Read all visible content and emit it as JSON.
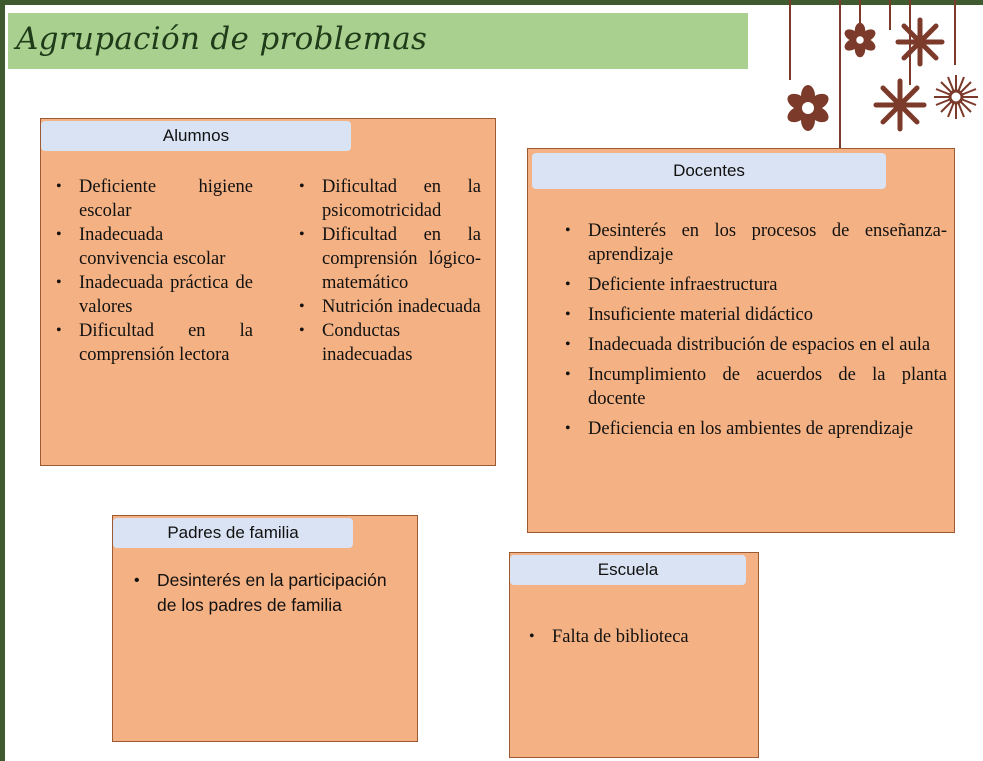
{
  "title": "Agrupación de problemas",
  "groups": {
    "alumnos": {
      "header": "Alumnos",
      "col1": [
        "Deficiente higiene escolar",
        "Inadecuada convivencia escolar",
        "Inadecuada práctica de valores",
        "Dificultad en la comprensión lectora"
      ],
      "col2": [
        "Dificultad en la psicomotricidad",
        "Dificultad en la comprensión lógico-matemático",
        "Nutrición inadecuada",
        "Conductas inadecuadas"
      ]
    },
    "docentes": {
      "header": "Docentes",
      "items": [
        "Desinterés en los procesos de enseñanza-aprendizaje",
        "Deficiente infraestructura",
        "Insuficiente material didáctico",
        "Inadecuada distribución de espacios en el aula",
        "Incumplimiento de acuerdos de la planta docente",
        "Deficiencia en los ambientes de aprendizaje"
      ]
    },
    "padres": {
      "header": "Padres de familia",
      "items": [
        "Desinterés en la participación de los padres de familia"
      ]
    },
    "escuela": {
      "header": "Escuela",
      "items": [
        "Falta de biblioteca"
      ]
    }
  },
  "colors": {
    "box": "#f4b183",
    "header": "#dae3f3",
    "title_bar": "#a9d08e",
    "flowers": "#7b3a2a"
  }
}
